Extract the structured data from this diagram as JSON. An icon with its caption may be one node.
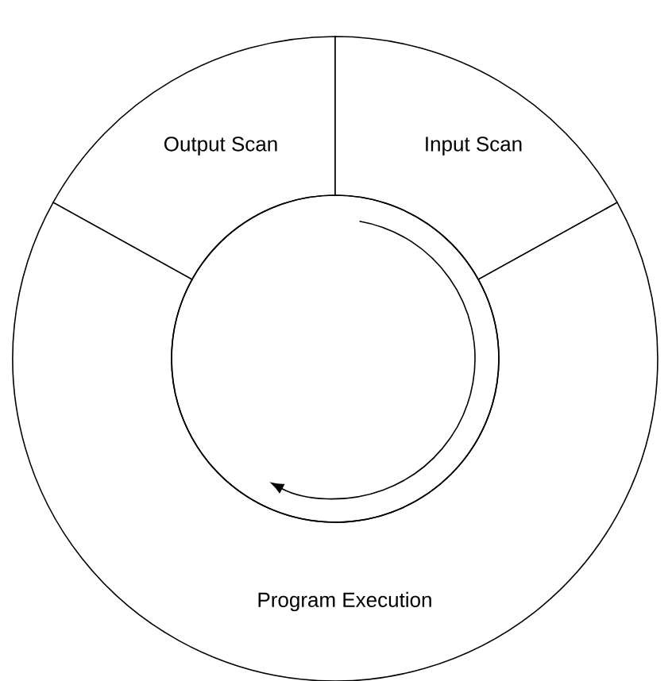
{
  "diagram": {
    "nodes": [
      {
        "text": [
          "Output Scan"
        ]
      },
      {
        "text": [
          "Input Scan"
        ]
      },
      {
        "text": [
          "Program Execution"
        ]
      },
      {
        "text": [],
        "shape": "circle"
      }
    ]
  }
}
